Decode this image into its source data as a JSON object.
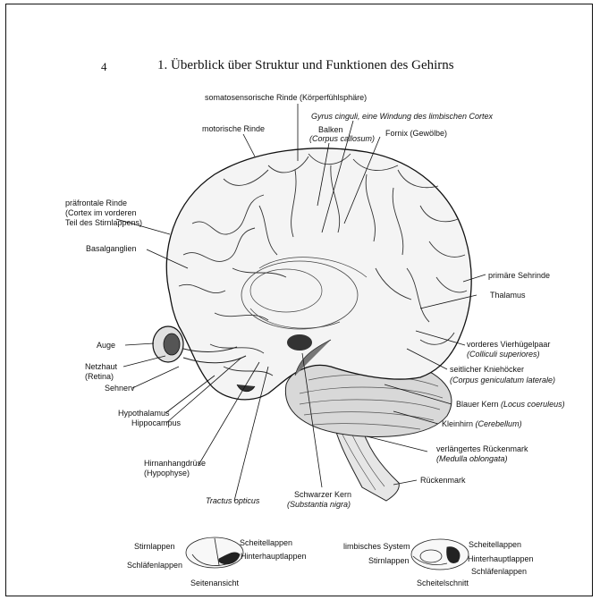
{
  "header": {
    "page_number": "4",
    "title": "1. Überblick über Struktur und Funktionen des Gehirns"
  },
  "labels": {
    "somatosensorische": "somatosensorische Rinde (Körperfühlsphäre)",
    "gyrus": "Gyrus cinguli, eine Windung des limbischen Cortex",
    "motorische": "motorische Rinde",
    "balken": "Balken",
    "balken_latin": "(Corpus callosum)",
    "fornix": "Fornix (Gewölbe)",
    "praefrontal_1": "präfrontale Rinde",
    "praefrontal_2": "(Cortex im vorderen",
    "praefrontal_3": "Teil des Stirnlappens)",
    "basalganglien": "Basalganglien",
    "sehrinde": "primäre Sehrinde",
    "thalamus": "Thalamus",
    "auge": "Auge",
    "netzhaut": "Netzhaut",
    "retina": "(Retina)",
    "sehnerv": "Sehnerv",
    "vierhuegel": "vorderes Vierhügelpaar",
    "colliculi": "(Colliculi superiores)",
    "kniehoecker": "seitlicher Kniehöcker",
    "geniculatum": "(Corpus geniculatum laterale)",
    "hypothalamus": "Hypothalamus",
    "hippocampus": "Hippocampus",
    "blauer_kern": "Blauer Kern",
    "locus": "(Locus coeruleus)",
    "kleinhirn": "Kleinhirn",
    "cerebellum": "(Cerebellum)",
    "verlaengertes": "verlängertes Rückenmark",
    "medulla": "(Medulla oblongata)",
    "hirnanhang": "Hirnanhangdrüse",
    "hypophyse": "(Hypophyse)",
    "rueckenmark": "Rückenmark",
    "tractus": "Tractus opticus",
    "schwarzer": "Schwarzer Kern",
    "substantia": "(Substantia nigra)"
  },
  "insets": {
    "left": {
      "stirnlappen": "Stirnlappen",
      "schlaefenlappen": "Schläfenlappen",
      "scheitellappen": "Scheitellappen",
      "hinterhauptlappen": "Hinterhauptlappen",
      "caption": "Seitenansicht"
    },
    "right": {
      "limbisches": "limbisches System",
      "stirnlappen": "Stirnlappen",
      "scheitellappen": "Scheitellappen",
      "hinterhauptlappen": "Hinterhauptlappen",
      "schlaefenlappen": "Schläfenlappen",
      "caption": "Scheitelschnitt"
    }
  }
}
